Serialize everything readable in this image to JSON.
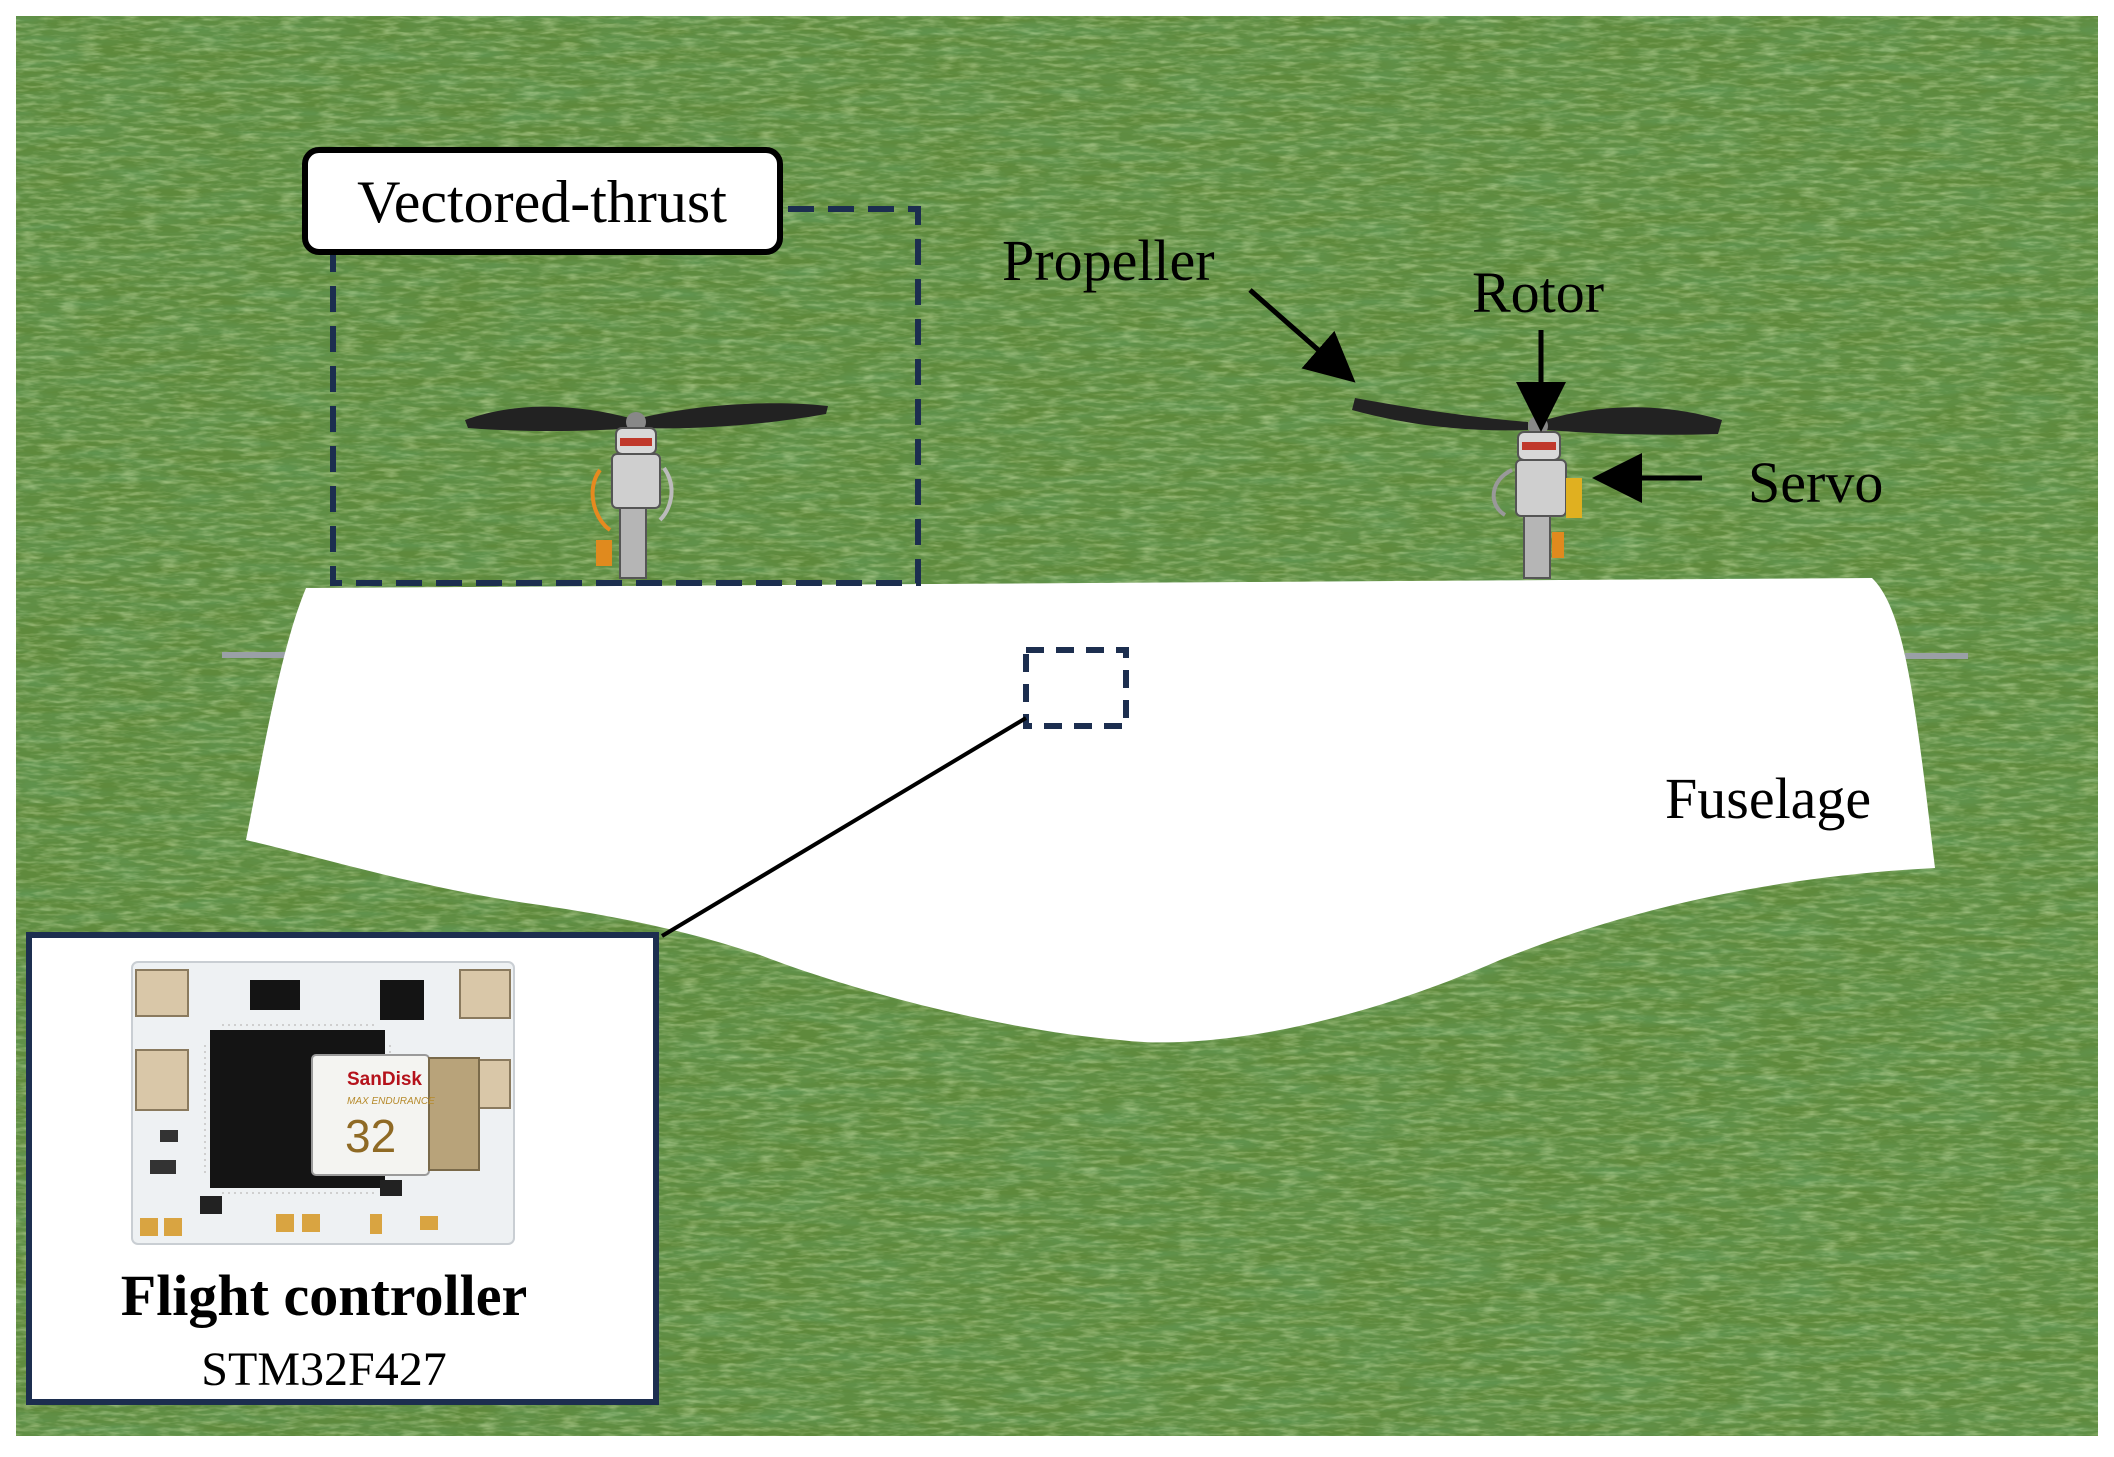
{
  "figure": {
    "labels": {
      "vectored_thrust": "Vectored-thrust",
      "propeller": "Propeller",
      "rotor": "Rotor",
      "servo": "Servo",
      "fuselage": "Fuselage"
    },
    "inset": {
      "title": "Flight controller",
      "subtitle": "STM32F427",
      "sd_brand": "SanDisk",
      "sd_line": "MAX ENDURANCE",
      "sd_capacity": "32"
    },
    "colors": {
      "grass": "#5f8a3c",
      "grass_light": "#8fb35d",
      "grass_dark": "#2f5222",
      "dashed_box": "#1c2e4f",
      "fuselage": "#ffffff",
      "pcb": "#eef1f3",
      "chip": "#141414"
    },
    "icons": [
      "propeller-icon",
      "rotor-icon",
      "servo-icon",
      "pcb-icon",
      "sd-card-icon"
    ]
  }
}
